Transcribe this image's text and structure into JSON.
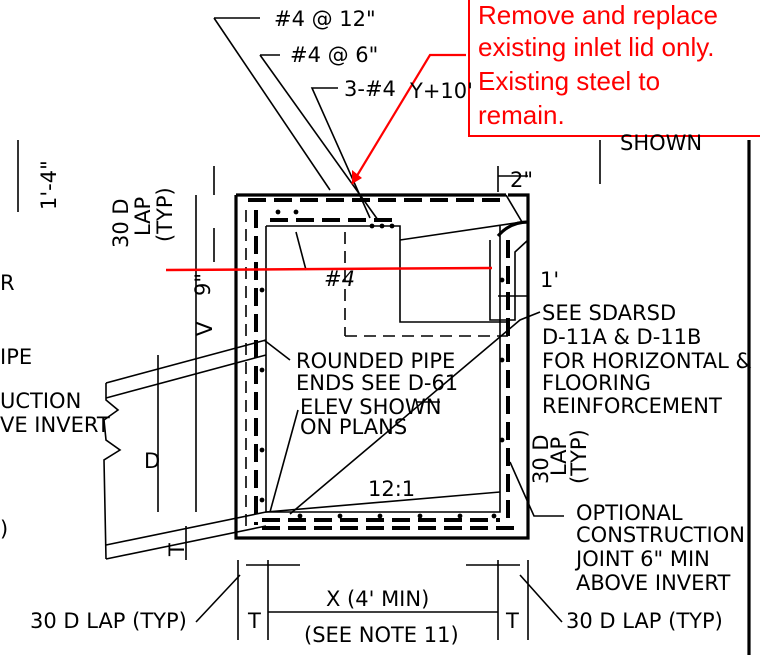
{
  "callouts": {
    "bar_spacing_12": "#4 @ 12\"",
    "bar_spacing_6": "#4 @ 6\"",
    "three_bars": "3-#4",
    "y_plus": "Y+10'",
    "height_left": "1'-4\"",
    "lap_top_left": "30 D",
    "lap_top_left_2": "LAP",
    "lap_top_left_3": "(TYP)",
    "dim_9": "9\"",
    "dim_2": "2\"",
    "dim_1": "1'",
    "v_label": "V",
    "d_label": "D",
    "t_label": "T",
    "bar_4": "#4",
    "rounded_pipe_1": "ROUNDED PIPE",
    "rounded_pipe_2": "ENDS SEE D-61",
    "elev_1": "ELEV SHOWN",
    "elev_2": "ON PLANS",
    "see_1": "SEE SDARSD",
    "see_2": "D-11A & D-11B",
    "see_3": "FOR HORIZONTAL &",
    "see_4": "FLOORING",
    "see_5": "REINFORCEMENT",
    "lap_right_1": "30 D",
    "lap_right_2": "LAP",
    "lap_right_3": "(TYP)",
    "slope": "12:1",
    "opt_1": "OPTIONAL",
    "opt_2": "CONSTRUCTION",
    "opt_3": "JOINT 6\" MIN",
    "opt_4": "ABOVE INVERT",
    "lap_bottom_left": "30 D LAP (TYP)",
    "lap_bottom_right": "30 D LAP (TYP)",
    "x_min": "X (4' MIN)",
    "see_note": "(SEE NOTE 11)",
    "t_left": "T",
    "t_right": "T",
    "shown": "SHOWN",
    "left_r": "R",
    "left_ipe": "IPE",
    "left_uction": "UCTION",
    "left_invert": "VE INVERT",
    "left_paren": ")"
  },
  "annotation": {
    "line1": "Remove and replace",
    "line2": "existing inlet lid only.",
    "line3": "Existing steel to",
    "line4": "remain.",
    "color": "#ff0000"
  }
}
